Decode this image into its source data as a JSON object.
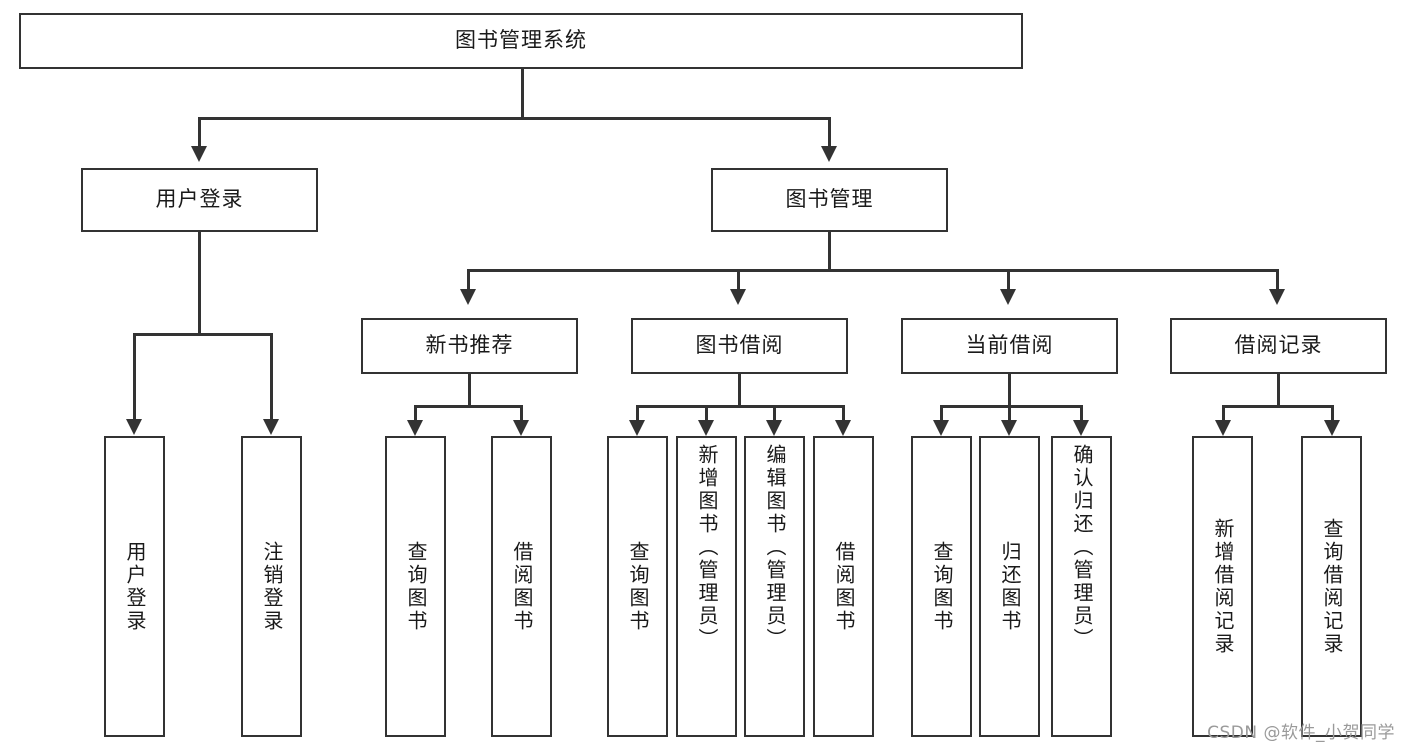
{
  "diagram": {
    "title": "图书管理系统",
    "type": "tree",
    "root": {
      "label": "图书管理系统"
    },
    "level2": [
      {
        "label": "用户登录"
      },
      {
        "label": "图书管理"
      }
    ],
    "level3": [
      {
        "label": "新书推荐"
      },
      {
        "label": "图书借阅"
      },
      {
        "label": "当前借阅"
      },
      {
        "label": "借阅记录"
      }
    ],
    "leaves": {
      "user_login": [
        {
          "label": "用户登录"
        },
        {
          "label": "注销登录"
        }
      ],
      "new_book_recommend": [
        {
          "label": "查询图书"
        },
        {
          "label": "借阅图书"
        }
      ],
      "book_borrow": [
        {
          "label": "查询图书"
        },
        {
          "label": "新增图书（管理员）"
        },
        {
          "label": "编辑图书（管理员）"
        },
        {
          "label": "借阅图书"
        }
      ],
      "current_borrow": [
        {
          "label": "查询图书"
        },
        {
          "label": "归还图书"
        },
        {
          "label": "确认归还（管理员）"
        }
      ],
      "borrow_record": [
        {
          "label": "新增借阅记录"
        },
        {
          "label": "查询借阅记录"
        }
      ]
    }
  },
  "watermark": {
    "text": "CSDN @软件_小贺同学"
  },
  "colors": {
    "stroke": "#333333",
    "fill": "#ffffff",
    "text": "#1a1a1a",
    "watermark": "#9a9a9a"
  }
}
